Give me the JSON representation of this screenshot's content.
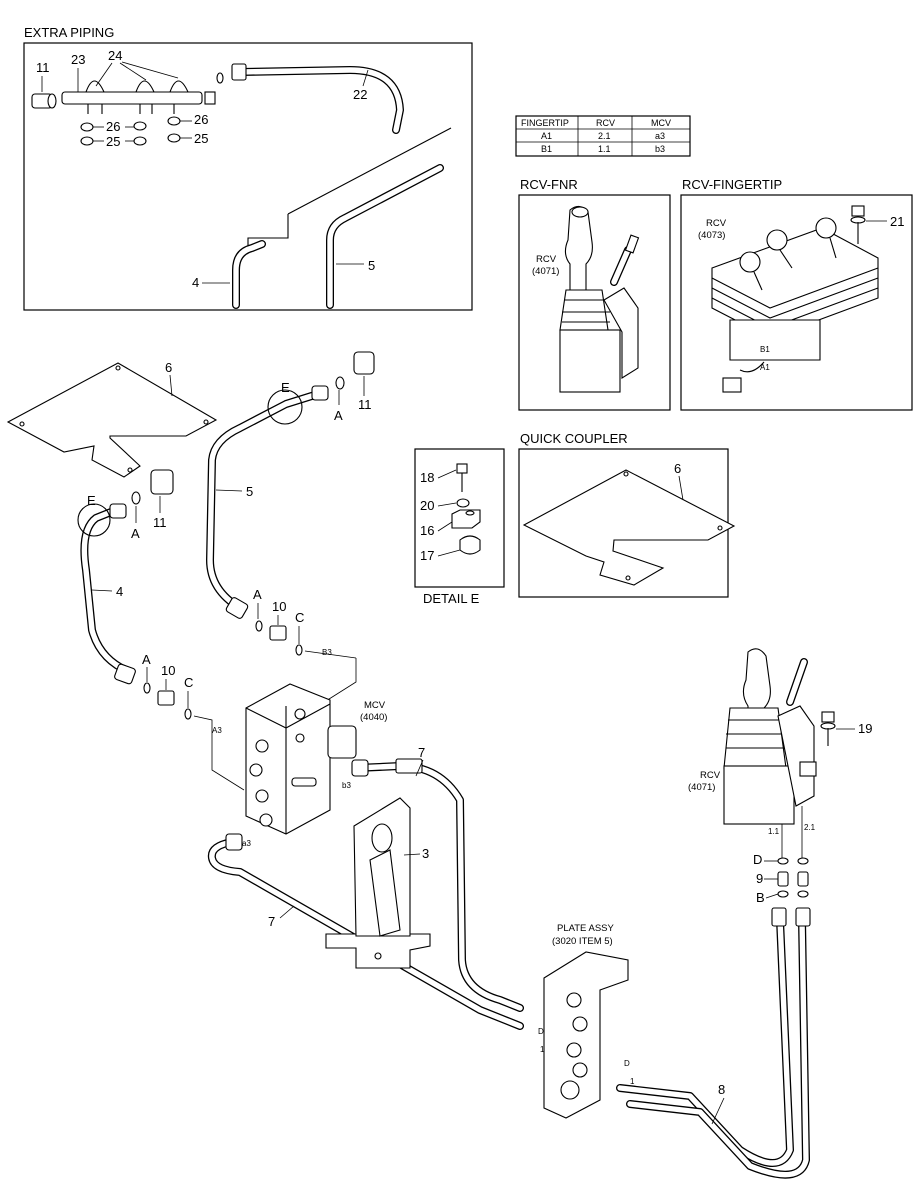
{
  "sections": {
    "extra_piping": "EXTRA PIPING",
    "rcv_fnr": "RCV-FNR",
    "rcv_fingertip": "RCV-FINGERTIP",
    "quick_coupler": "QUICK COUPLER",
    "detail_e": "DETAIL E"
  },
  "table": {
    "headers": [
      "FINGERTIP",
      "RCV",
      "MCV"
    ],
    "rows": [
      [
        "A1",
        "2.1",
        "a3"
      ],
      [
        "B1",
        "1.1",
        "b3"
      ]
    ]
  },
  "callouts": {
    "p11": "11",
    "p23": "23",
    "p24": "24",
    "p26": "26",
    "p25": "25",
    "p22": "22",
    "p4": "4",
    "p5": "5",
    "p6": "6",
    "E": "E",
    "A": "A",
    "p10": "10",
    "C": "C",
    "p7": "7",
    "p3": "3",
    "p8": "8",
    "p18": "18",
    "p20": "20",
    "p16": "16",
    "p17": "17",
    "p21": "21",
    "p19": "19",
    "D": "D",
    "p9": "9",
    "B": "B"
  },
  "labels": {
    "rcv": "RCV",
    "rcv_4071": "(4071)",
    "rcv_4073": "(4073)",
    "mcv": "MCV",
    "mcv_4040": "(4040)",
    "plate_assy_1": "PLATE ASSY",
    "plate_assy_2": "(3020 ITEM 5)",
    "port_b3": "B3",
    "port_a3": "A3",
    "port_b3_lower": "b3",
    "port_a3_lower": "a3",
    "port_11": "1.1",
    "port_21": "2.1",
    "port_b1": "B1",
    "port_a1": "A1",
    "port_d": "D",
    "port_1": "1"
  }
}
